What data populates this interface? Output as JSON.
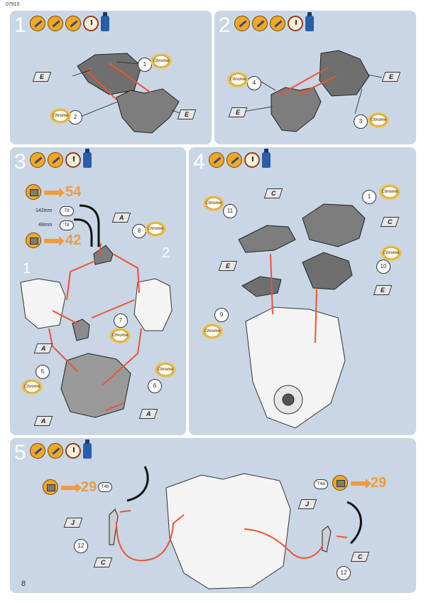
{
  "header": {
    "code": "07915"
  },
  "footer": {
    "page_number": "8"
  },
  "chrome_text": "Chrome",
  "steps": [
    {
      "number": "1"
    },
    {
      "number": "2"
    },
    {
      "number": "3",
      "wire_length_1": "142mm",
      "wire_length_2": "48mm",
      "wire_1": "T8",
      "wire_2": "T6",
      "ref_1": "54",
      "ref_2": "42",
      "side_1": "1",
      "side_2": "2"
    },
    {
      "number": "4"
    },
    {
      "number": "5",
      "wire_left": "T4b",
      "wire_right": "T4a",
      "ref_left": "29",
      "ref_right": "29"
    }
  ],
  "labels": {
    "E": "E",
    "A": "A",
    "C": "C",
    "J": "J"
  },
  "callouts": {
    "c1": "1",
    "c2": "2",
    "c3": "3",
    "c4": "4",
    "c5": "5",
    "c6": "6",
    "c7": "7",
    "c8": "8",
    "c9": "9",
    "c10": "10",
    "c11": "11",
    "c12": "12"
  },
  "colors": {
    "panel": "#c9d6e6",
    "arrow": "#f0532e",
    "accent": "#f29a3e"
  }
}
